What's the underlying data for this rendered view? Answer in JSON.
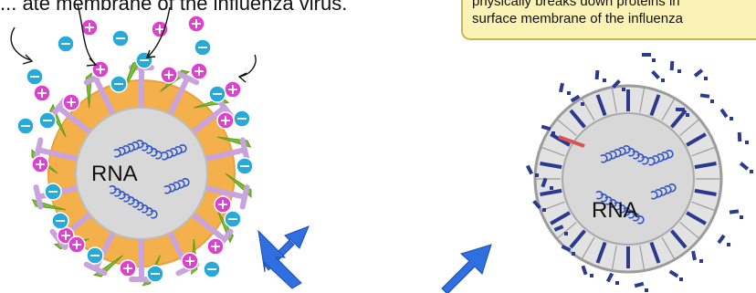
{
  "figure": {
    "top_left_caption": "... ate membrane of the influenza virus.",
    "callout": {
      "line1": "physically breaks down proteins in",
      "line2": "surface membrane of the influenza"
    },
    "left_virus": {
      "core_label": "RNA"
    },
    "right_virus": {
      "core_label": "RNA"
    },
    "ion_symbols": {
      "positive": "⊕",
      "negative": "⊖"
    },
    "colors": {
      "positive_ion": "#e040d0",
      "negative_ion": "#27a9d9",
      "membrane_orange": "#f4b04a",
      "core_gray": "#d8d8d8",
      "spike_lilac": "#c9a3de",
      "spike_green": "#7bbd2e",
      "rna_blue": "#3355cc",
      "arrow_blue": "#2f6fe0",
      "fragment_navy": "#2b3a8f",
      "broken_spike_red": "#d9534f"
    }
  }
}
